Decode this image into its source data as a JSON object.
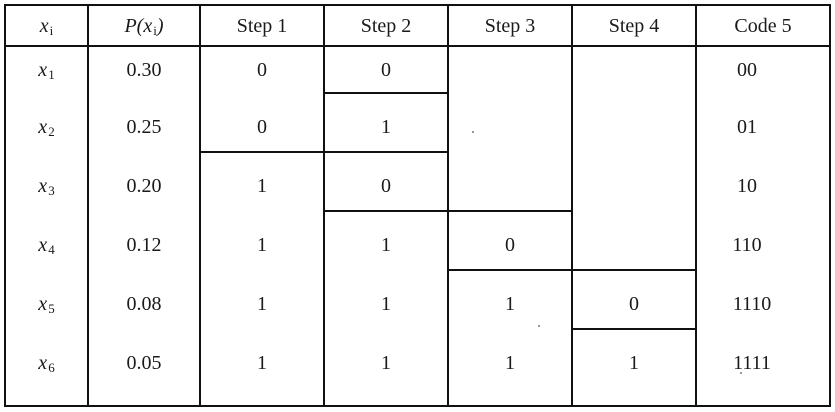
{
  "table": {
    "headers": {
      "xi": {
        "symbol": "x",
        "subscript": "i"
      },
      "p": {
        "prefix": "P(",
        "symbol": "x",
        "subscript": "i",
        "suffix": ")"
      },
      "step1": "Step 1",
      "step2": "Step 2",
      "step3": "Step 3",
      "step4": "Step 4",
      "code": "Code 5"
    },
    "rows": [
      {
        "symbol": "x",
        "subscript": "1",
        "prob": "0.30",
        "step1": "0",
        "step2": "0",
        "step3": "",
        "step4": "",
        "code": "00"
      },
      {
        "symbol": "x",
        "subscript": "2",
        "prob": "0.25",
        "step1": "0",
        "step2": "1",
        "step3": "",
        "step4": "",
        "code": "01"
      },
      {
        "symbol": "x",
        "subscript": "3",
        "prob": "0.20",
        "step1": "1",
        "step2": "0",
        "step3": "",
        "step4": "",
        "code": "10"
      },
      {
        "symbol": "x",
        "subscript": "4",
        "prob": "0.12",
        "step1": "1",
        "step2": "1",
        "step3": "0",
        "step4": "",
        "code": "110"
      },
      {
        "symbol": "x",
        "subscript": "5",
        "prob": "0.08",
        "step1": "1",
        "step2": "1",
        "step3": "1",
        "step4": "0",
        "code": "1110"
      },
      {
        "symbol": "x",
        "subscript": "6",
        "prob": "0.05",
        "step1": "1",
        "step2": "1",
        "step3": "1",
        "step4": "1",
        "code": "1111"
      }
    ]
  }
}
